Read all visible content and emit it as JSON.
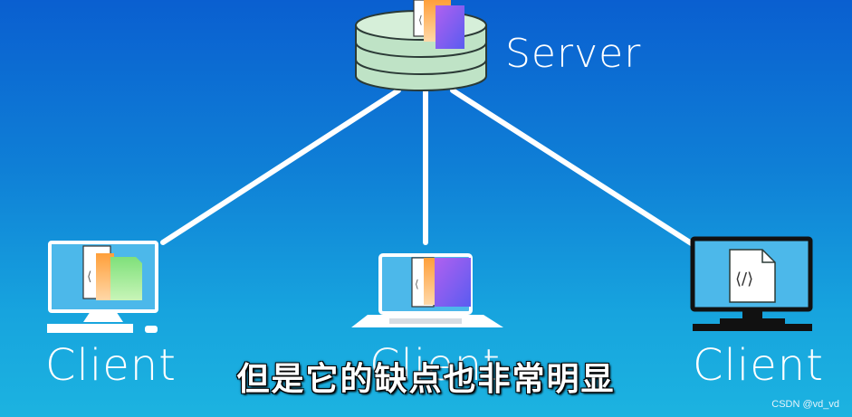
{
  "diagram": {
    "server": {
      "label": "Server"
    },
    "clients": [
      {
        "label": "Client"
      },
      {
        "label": "Client"
      },
      {
        "label": "Client"
      }
    ]
  },
  "subtitle": "但是它的缺点也非常明显",
  "watermark": "CSDN @vd_vd",
  "colors": {
    "background_top": "#0a5fd0",
    "background_bottom": "#1cb3e0",
    "connector": "#ffffff",
    "database": "#bfe3c6",
    "screen": "#4cb8ea"
  }
}
